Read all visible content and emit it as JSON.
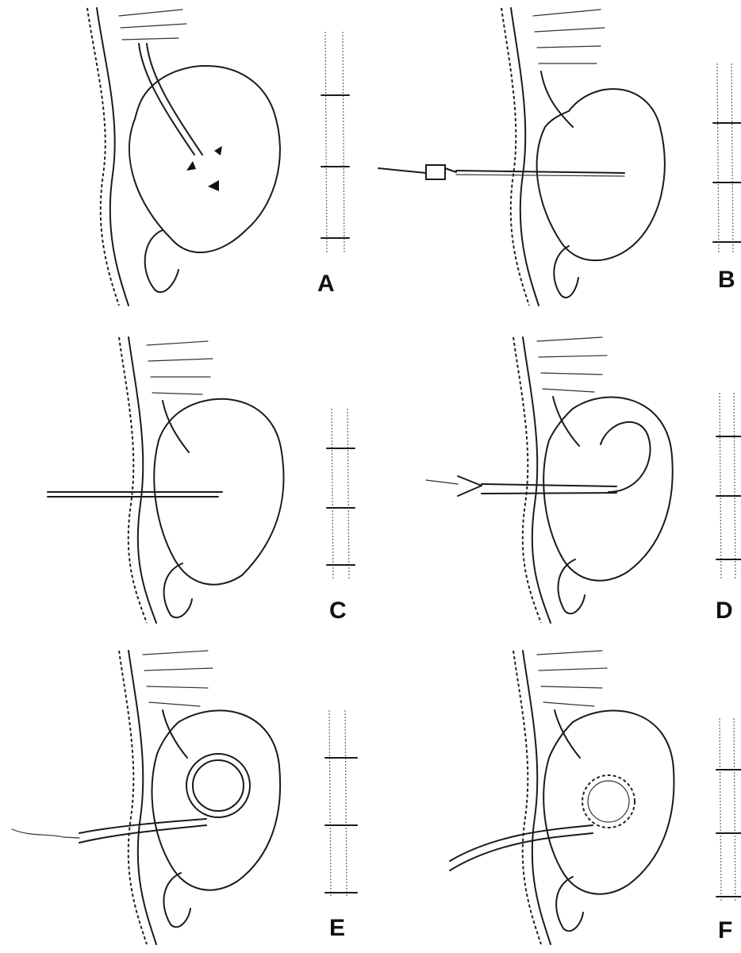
{
  "panels": [
    {
      "label": "A",
      "stage": "stomach-only"
    },
    {
      "label": "B",
      "stage": "needle-puncture"
    },
    {
      "label": "C",
      "stage": "guidewire-inserted"
    },
    {
      "label": "D",
      "stage": "dilator-over-wire"
    },
    {
      "label": "E",
      "stage": "catheter-loop-inserted"
    },
    {
      "label": "F",
      "stage": "catheter-in-place"
    }
  ],
  "colors": {
    "ink": "#1a1a1a",
    "background": "#ffffff"
  }
}
